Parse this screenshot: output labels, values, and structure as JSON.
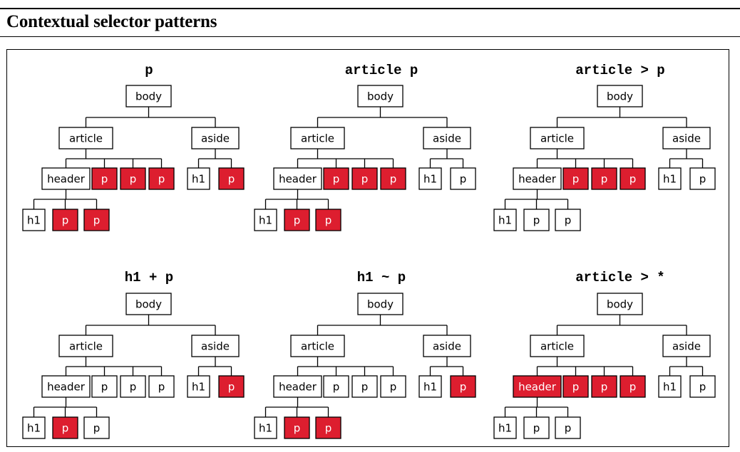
{
  "title": "Contextual selector patterns",
  "colors": {
    "highlight": "#dd1e2f",
    "line": "#000000",
    "box_fill": "#ffffff"
  },
  "panels": [
    {
      "selector": "p",
      "nodes": {
        "body": "body",
        "article": "article",
        "aside": "aside",
        "header": "header",
        "ap1": "p",
        "ap2": "p",
        "ap3": "p",
        "h1a": "h1",
        "pa": "p",
        "h1h": "h1",
        "hp1": "p",
        "hp2": "p"
      },
      "highlighted": [
        "ap1",
        "ap2",
        "ap3",
        "pa",
        "hp1",
        "hp2"
      ]
    },
    {
      "selector": "article p",
      "nodes": {
        "body": "body",
        "article": "article",
        "aside": "aside",
        "header": "header",
        "ap1": "p",
        "ap2": "p",
        "ap3": "p",
        "h1a": "h1",
        "pa": "p",
        "h1h": "h1",
        "hp1": "p",
        "hp2": "p"
      },
      "highlighted": [
        "ap1",
        "ap2",
        "ap3",
        "hp1",
        "hp2"
      ]
    },
    {
      "selector": "article > p",
      "nodes": {
        "body": "body",
        "article": "article",
        "aside": "aside",
        "header": "header",
        "ap1": "p",
        "ap2": "p",
        "ap3": "p",
        "h1a": "h1",
        "pa": "p",
        "h1h": "h1",
        "hp1": "p",
        "hp2": "p"
      },
      "highlighted": [
        "ap1",
        "ap2",
        "ap3"
      ]
    },
    {
      "selector": "h1 + p",
      "nodes": {
        "body": "body",
        "article": "article",
        "aside": "aside",
        "header": "header",
        "ap1": "p",
        "ap2": "p",
        "ap3": "p",
        "h1a": "h1",
        "pa": "p",
        "h1h": "h1",
        "hp1": "p",
        "hp2": "p"
      },
      "highlighted": [
        "pa",
        "hp1"
      ]
    },
    {
      "selector": "h1 ~ p",
      "nodes": {
        "body": "body",
        "article": "article",
        "aside": "aside",
        "header": "header",
        "ap1": "p",
        "ap2": "p",
        "ap3": "p",
        "h1a": "h1",
        "pa": "p",
        "h1h": "h1",
        "hp1": "p",
        "hp2": "p"
      },
      "highlighted": [
        "pa",
        "hp1",
        "hp2"
      ]
    },
    {
      "selector": "article > *",
      "nodes": {
        "body": "body",
        "article": "article",
        "aside": "aside",
        "header": "header",
        "ap1": "p",
        "ap2": "p",
        "ap3": "p",
        "h1a": "h1",
        "pa": "p",
        "h1h": "h1",
        "hp1": "p",
        "hp2": "p"
      },
      "highlighted": [
        "header",
        "ap1",
        "ap2",
        "ap3"
      ]
    }
  ]
}
